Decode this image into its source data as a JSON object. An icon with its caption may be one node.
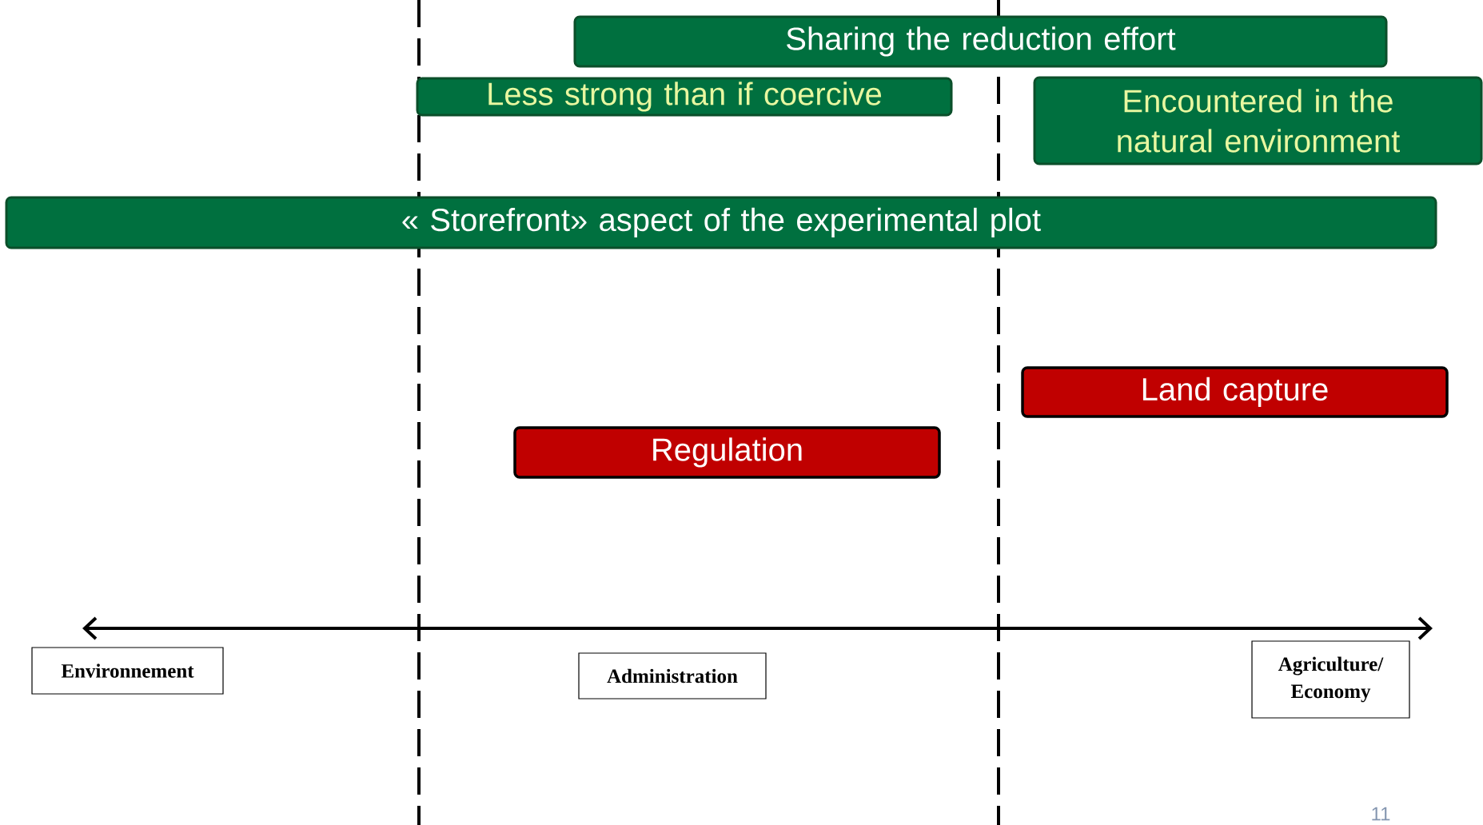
{
  "diagram": {
    "nodes": [
      {
        "text": [
          "Sharing the reduction effort"
        ]
      },
      {
        "text": [
          "Less strong than if coercive"
        ]
      },
      {
        "text": [
          "Encountered in the natural environment"
        ]
      },
      {
        "text": [
          "« Storefront» aspect of the experimental plot"
        ]
      },
      {
        "text": [
          "Land capture"
        ]
      },
      {
        "text": [
          "Regulation"
        ]
      },
      {
        "text": [
          "Environnement"
        ]
      },
      {
        "text": [
          "Administration"
        ]
      },
      {
        "text": [
          "Agriculture/ Economy"
        ]
      }
    ],
    "labels": [
      "11"
    ]
  }
}
